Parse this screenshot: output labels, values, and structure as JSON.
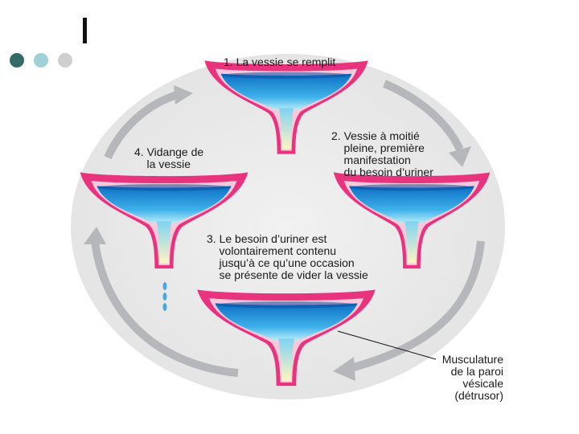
{
  "colors": {
    "dot1": "#336b6b",
    "dot2": "#9fd1d6",
    "dot3": "#cfcfcf",
    "background_ellipse": "#e9e9e9",
    "arrow": "#b5b7bb",
    "bladder_wall": "#e8337e",
    "bladder_inner_wall": "#f7c9da",
    "urine_dark": "#0d6fc4",
    "urine_light": "#9fe3f6",
    "drops": "#4aa8e0"
  },
  "labels": {
    "step1": "1. La vessie se remplit",
    "step2": "2. Vessie à moitié\n    pleine, première\n    manifestation\n    du besoin d’uriner",
    "step3": "3. Le besoin d’uriner est\n    volontairement contenu\n    jusqu’à ce qu’une occasion\n    se présente de vider la vessie",
    "step4": "4. Vidange de\n    la vessie",
    "muscle": "Musculature\nde la paroi\nvésicale\n(détrusor)"
  }
}
